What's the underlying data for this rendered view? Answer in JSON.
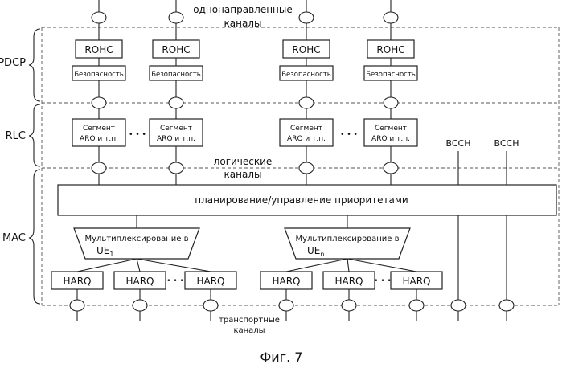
{
  "layers": [
    {
      "key": "pdcp",
      "label": "PDCP"
    },
    {
      "key": "rlc",
      "label": "RLC"
    },
    {
      "key": "mac",
      "label": "MAC"
    }
  ],
  "channel_labels": {
    "radio_bearers": [
      "однонаправленные",
      "каналы"
    ],
    "logical": [
      "логические",
      "каналы"
    ],
    "transport": [
      "транспортные",
      "каналы"
    ]
  },
  "rohc_label": "ROHC",
  "security_label": "Безопасность",
  "rlc_entity_label": [
    "Сегмент",
    "ARQ и т.п."
  ],
  "ellipsis": "• • •",
  "bcch_label": "BCCH",
  "scheduling_label": "планирование/управление приоритетами",
  "mux": [
    {
      "text": "Мультиплексирование в",
      "ue": "UE",
      "sub": "1"
    },
    {
      "text": "Мультиплексирование в",
      "ue": "UE",
      "sub": "n"
    }
  ],
  "harq_label": "HARQ",
  "caption": "Фиг. 7"
}
